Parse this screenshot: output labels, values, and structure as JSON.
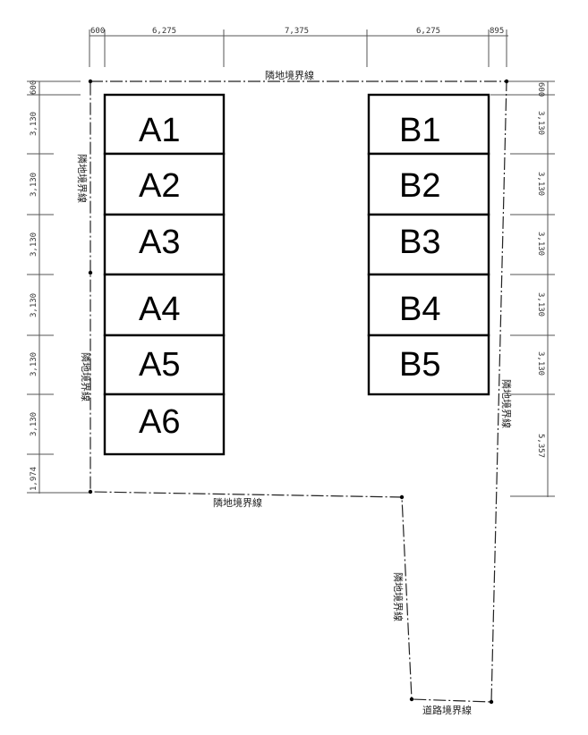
{
  "top_dims": {
    "d1": "600",
    "d2": "6,275",
    "d3": "7,375",
    "d4": "6,275",
    "d5": "895"
  },
  "left_dims": {
    "d1": "600",
    "d2": "3,130",
    "d3": "3,130",
    "d4": "3,130",
    "d5": "3,130",
    "d6": "3,130",
    "d7": "3,130",
    "d8": "1,974"
  },
  "right_dims": {
    "d1": "600",
    "d2": "3,130",
    "d3": "3,130",
    "d4": "3,130",
    "d5": "3,130",
    "d6": "3,130",
    "d7": "5,357"
  },
  "boundary_labels": {
    "top": "隣地境界線",
    "left_upper": "隣地境界線",
    "left_lower": "隣地境界線",
    "right": "隣地境界線",
    "bottom": "隣地境界線",
    "stem": "隣地境界線",
    "road": "道路境界線"
  },
  "slots": {
    "a1": "A1",
    "a2": "A2",
    "a3": "A3",
    "a4": "A4",
    "a5": "A5",
    "a6": "A6",
    "b1": "B1",
    "b2": "B2",
    "b3": "B3",
    "b4": "B4",
    "b5": "B5"
  }
}
